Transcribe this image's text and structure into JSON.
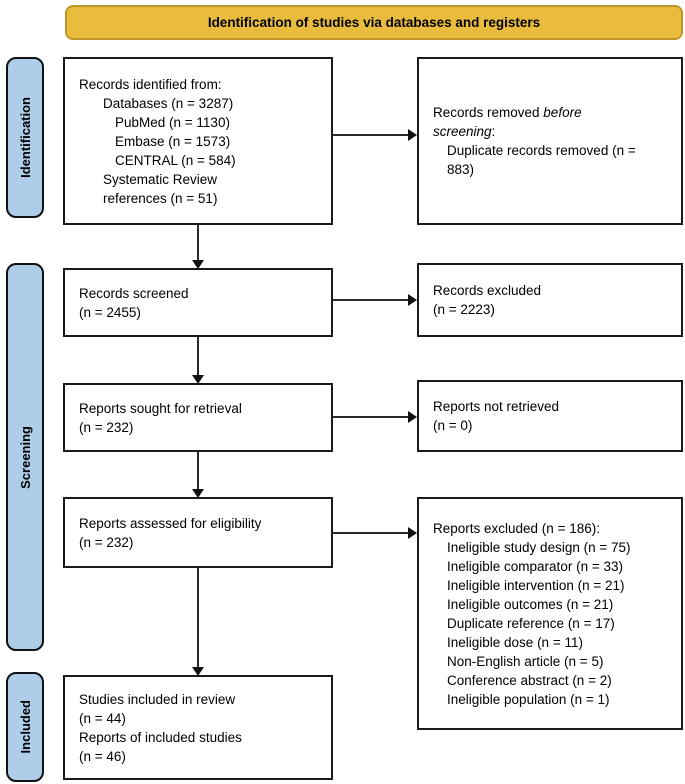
{
  "header": {
    "title": "Identification of studies via databases and registers"
  },
  "colors": {
    "banner_fill": "#E9BC3D",
    "banner_border": "#BD9729",
    "stage_fill": "#AECDE8",
    "box_border": "#1a1a1a",
    "arrow": "#111111"
  },
  "stages": [
    {
      "label": "Identification"
    },
    {
      "label": "Screening"
    },
    {
      "label": "Included"
    }
  ],
  "boxes": [
    {
      "id": "records-identified",
      "lines": [
        {
          "indent": 0,
          "text": "Records identified from:"
        },
        {
          "indent": 24,
          "text": "Databases (n = 3287)"
        },
        {
          "indent": 36,
          "text": "PubMed (n = 1130)"
        },
        {
          "indent": 36,
          "text": "Embase (n = 1573)"
        },
        {
          "indent": 36,
          "text": "CENTRAL (n = 584)"
        },
        {
          "indent": 24,
          "text": "Systematic Review"
        },
        {
          "indent": 24,
          "text": "references (n = 51)"
        }
      ]
    },
    {
      "id": "records-removed",
      "lines": [
        {
          "indent": 0,
          "segments": [
            {
              "text": "Records removed "
            },
            {
              "text": "before",
              "italic": true
            }
          ]
        },
        {
          "indent": 0,
          "segments": [
            {
              "text": "screening",
              "italic": true
            },
            {
              "text": ":"
            }
          ]
        },
        {
          "indent": 14,
          "text": "Duplicate records removed (n ="
        },
        {
          "indent": 14,
          "text": "883)"
        }
      ]
    },
    {
      "id": "records-screened",
      "lines": [
        {
          "indent": 0,
          "text": "Records screened"
        },
        {
          "indent": 0,
          "text": "(n = 2455)"
        }
      ]
    },
    {
      "id": "records-excluded",
      "lines": [
        {
          "indent": 0,
          "text": "Records excluded"
        },
        {
          "indent": 0,
          "text": "(n = 2223)"
        }
      ]
    },
    {
      "id": "reports-sought",
      "lines": [
        {
          "indent": 0,
          "text": "Reports sought for retrieval"
        },
        {
          "indent": 0,
          "text": "(n = 232)"
        }
      ]
    },
    {
      "id": "reports-not-retrieved",
      "lines": [
        {
          "indent": 0,
          "text": "Reports not retrieved"
        },
        {
          "indent": 0,
          "text": "(n = 0)"
        }
      ]
    },
    {
      "id": "reports-assessed",
      "lines": [
        {
          "indent": 0,
          "text": "Reports assessed for eligibility"
        },
        {
          "indent": 0,
          "text": "(n = 232)"
        }
      ]
    },
    {
      "id": "reports-excluded",
      "lines": [
        {
          "indent": 0,
          "text": "Reports excluded (n = 186):"
        },
        {
          "indent": 14,
          "text": "Ineligible study design (n = 75)"
        },
        {
          "indent": 14,
          "text": "Ineligible comparator (n = 33)"
        },
        {
          "indent": 14,
          "text": "Ineligible intervention (n = 21)"
        },
        {
          "indent": 14,
          "text": "Ineligible outcomes (n = 21)"
        },
        {
          "indent": 14,
          "text": "Duplicate reference (n = 17)"
        },
        {
          "indent": 14,
          "text": "Ineligible dose (n = 11)"
        },
        {
          "indent": 14,
          "text": "Non-English article (n = 5)"
        },
        {
          "indent": 14,
          "text": "Conference abstract (n = 2)"
        },
        {
          "indent": 14,
          "text": "Ineligible population (n = 1)"
        }
      ]
    },
    {
      "id": "studies-included",
      "lines": [
        {
          "indent": 0,
          "text": "Studies included in review"
        },
        {
          "indent": 0,
          "text": "(n = 44)"
        },
        {
          "indent": 0,
          "text": "Reports of included studies"
        },
        {
          "indent": 0,
          "text": "(n = 46)"
        }
      ]
    }
  ]
}
